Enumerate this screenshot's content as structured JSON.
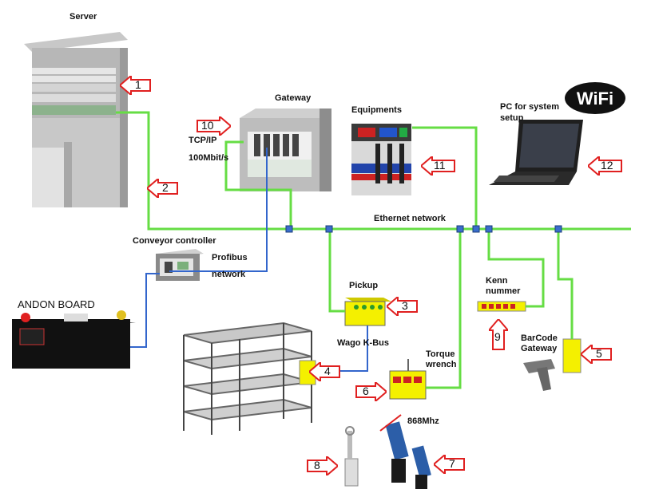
{
  "labels": {
    "server": "Server",
    "gateway": "Gateway",
    "equipments": "Equipments",
    "pc_setup_line1": "PC for system",
    "pc_setup_line2": "setup",
    "wifi": "WiFi",
    "tcpip": "TCP/IP",
    "speed": "100Mbit/s",
    "ethernet": "Ethernet network",
    "conveyor": "Conveyor controller",
    "profibus": "Profibus",
    "network": "network",
    "andon": "ANDON BOARD",
    "pickup": "Pickup",
    "wago": "Wago K-Bus",
    "kenn1": "Kenn",
    "kenn2": "nummer",
    "torque1": "Torque",
    "torque2": "wrench",
    "barcode1": "BarCode",
    "barcode2": "Gateway",
    "freq": "868Mhz"
  },
  "callouts": [
    "1",
    "2",
    "3",
    "4",
    "5",
    "6",
    "7",
    "8",
    "9",
    "10",
    "11",
    "12"
  ],
  "colors": {
    "ethernet_line": "#66dd44",
    "profibus_line": "#3366cc",
    "callout_red": "#e02020",
    "device_yellow": "#f4f000"
  }
}
